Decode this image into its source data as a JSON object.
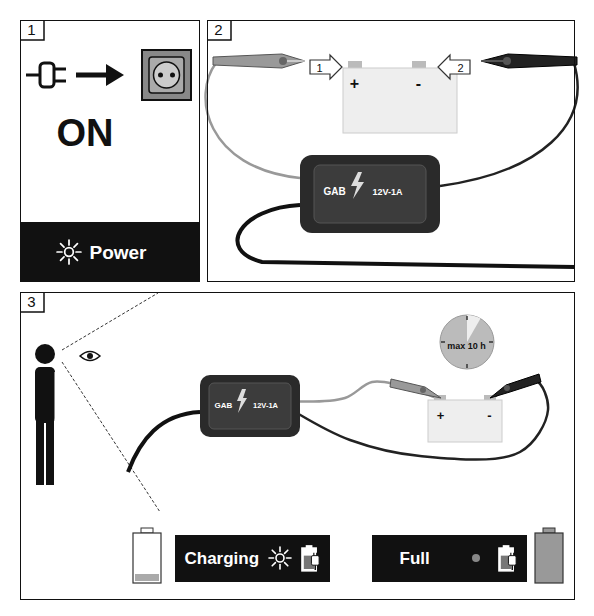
{
  "diagram": {
    "nodes": [
      {
        "text": [
          "1"
        ]
      },
      {
        "text": [
          "Power"
        ],
        "in": 0
      },
      {
        "text": [
          "2"
        ]
      },
      {
        "text": [
          "+",
          "-"
        ],
        "in": 2
      },
      {
        "text": [
          "1"
        ],
        "in": 2
      },
      {
        "text": [
          "2"
        ],
        "in": 2
      },
      {
        "text": [
          "GAB",
          "12V-1A"
        ],
        "in": 2
      },
      {
        "text": [
          "3"
        ]
      },
      {
        "text": [
          "max 10 h"
        ],
        "in": 7
      },
      {
        "text": [
          "GAB",
          "12V-1A"
        ],
        "in": 7
      },
      {
        "text": [
          "+",
          "-"
        ],
        "in": 7
      },
      {
        "text": [
          "Charging"
        ],
        "in": 7
      },
      {
        "text": [
          "Full"
        ],
        "in": 7
      }
    ],
    "edges": [
      {
        "from": 9,
        "to": 10,
        "arrow": "none"
      },
      {
        "from": 9,
        "to": 10,
        "arrow": "none"
      }
    ],
    "labels": [
      "ON"
    ]
  }
}
